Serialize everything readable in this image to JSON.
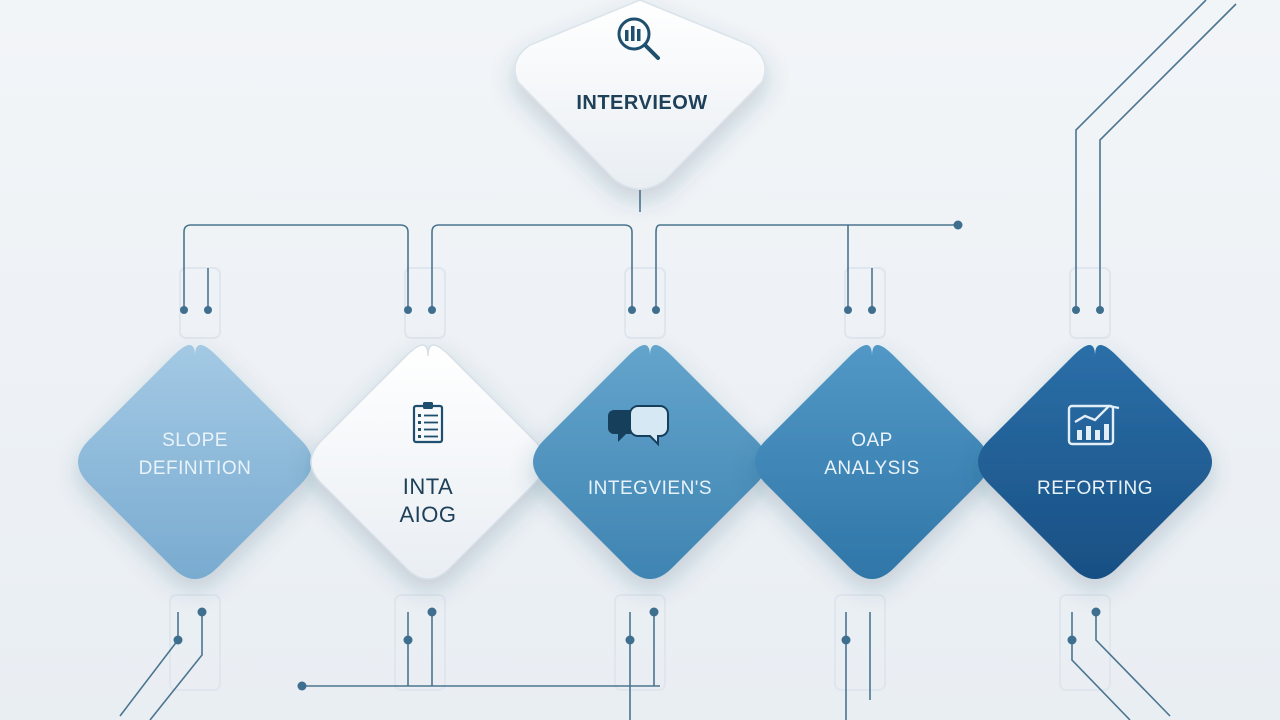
{
  "colors": {
    "background": "#eef2f6",
    "line": "#4b7590",
    "dot": "#3f6f8f",
    "tile_white": "#f7f9fb",
    "tile_light_blue": "#8dbbdc",
    "tile_mid_blue": "#4e93bf",
    "tile_steel_blue": "#3d86bb",
    "tile_dark_blue": "#1f5d96",
    "icon_dark": "#1e4f6e",
    "text_dark": "#1e4058",
    "text_light": "#eaf3fa"
  },
  "top_node": {
    "label": "INTERVIEOW",
    "icon": "magnifier-chart-icon"
  },
  "nodes": [
    {
      "id": "scope",
      "lines": [
        "SLOPE",
        "DEFINITION"
      ],
      "icon": "",
      "fill": "#8dbbdc"
    },
    {
      "id": "data",
      "lines": [
        "INTA",
        "AIOG"
      ],
      "icon": "clipboard-checklist-icon",
      "fill": "#f7f9fb"
    },
    {
      "id": "interviews",
      "lines": [
        "INTEGVIEN'S"
      ],
      "icon": "speech-bubbles-icon",
      "fill": "#4e93bf"
    },
    {
      "id": "gap",
      "lines": [
        "OAP",
        "ANALYSIS"
      ],
      "icon": "",
      "fill": "#3d86bb"
    },
    {
      "id": "reporting",
      "lines": [
        "REFORTING"
      ],
      "icon": "report-chart-icon",
      "fill": "#1f5d96"
    }
  ]
}
